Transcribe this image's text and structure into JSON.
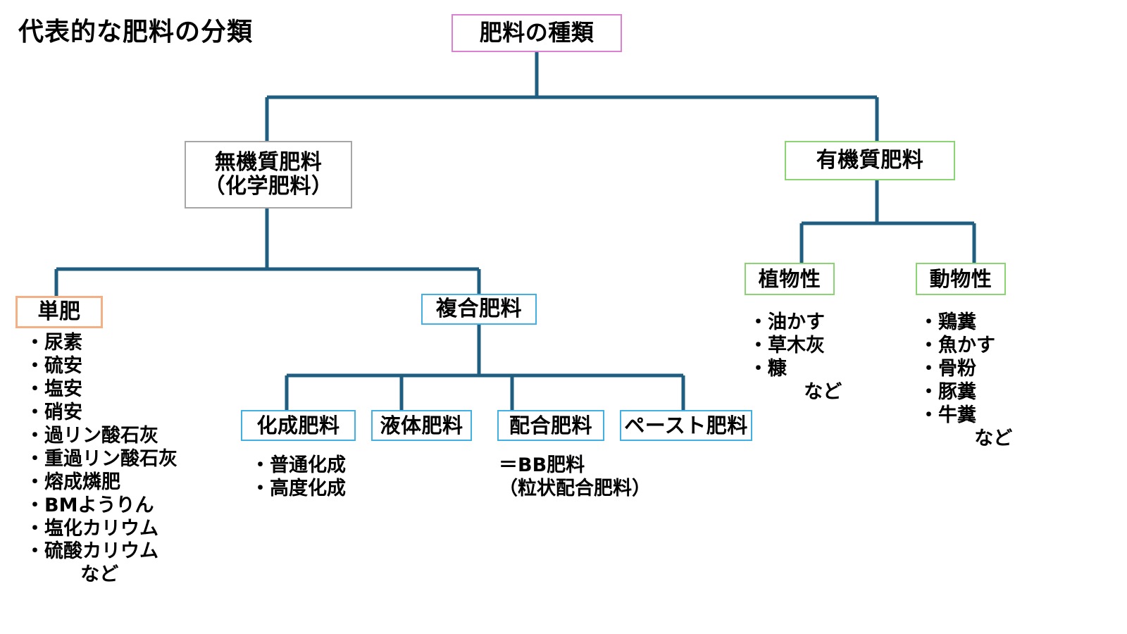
{
  "title": "代表的な肥料の分類",
  "colors": {
    "connector": "#1F5E80",
    "root_border": "#DD7FD2",
    "inorganic_border": "#A6A6A6",
    "organic_border": "#8BD474",
    "single_border": "#F2B084",
    "compound_border": "#41B0E4"
  },
  "nodes": {
    "root": {
      "label": "肥料の種類"
    },
    "inorganic": {
      "label": "無機質肥料\n（化学肥料）"
    },
    "organic": {
      "label": "有機質肥料"
    },
    "single": {
      "label": "単肥"
    },
    "compound": {
      "label": "複合肥料"
    },
    "kasei": {
      "label": "化成肥料"
    },
    "ekitai": {
      "label": "液体肥料"
    },
    "haigou": {
      "label": "配合肥料"
    },
    "paste": {
      "label": "ペースト肥料"
    },
    "plant": {
      "label": "植物性"
    },
    "animal": {
      "label": "動物性"
    }
  },
  "lists": {
    "single_items": [
      "・尿素",
      "・硫安",
      "・塩安",
      "・硝安",
      "・過リン酸石灰",
      "・重過リン酸石灰",
      "・熔成燐肥",
      "・BMようりん",
      "・塩化カリウム",
      "・硫酸カリウム"
    ],
    "single_etc": "など",
    "kasei_items": [
      "・普通化成",
      "・高度化成"
    ],
    "haigou_notes": [
      "＝BB肥料",
      "（粒状配合肥料）"
    ],
    "plant_items": [
      "・油かす",
      "・草木灰",
      "・糠"
    ],
    "plant_etc": "など",
    "animal_items": [
      "・鶏糞",
      "・魚かす",
      "・骨粉",
      "・豚糞",
      "・牛糞"
    ],
    "animal_etc": "など"
  }
}
